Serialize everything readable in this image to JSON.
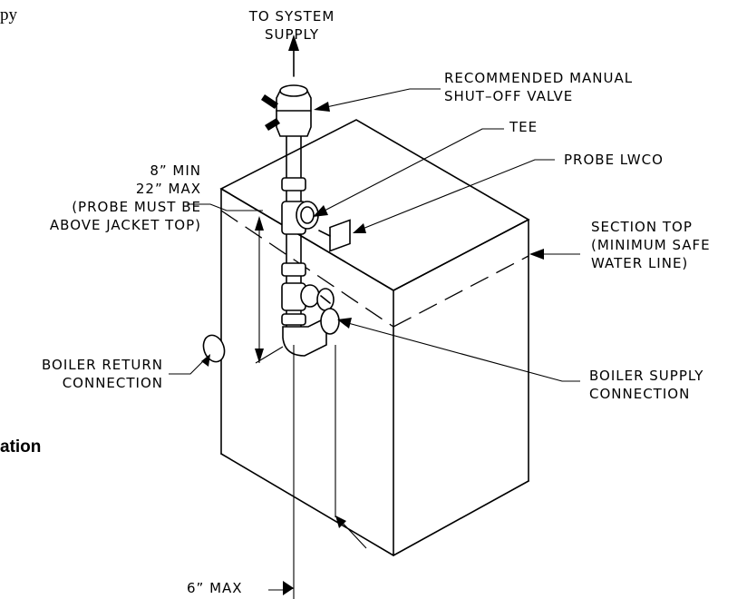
{
  "fragments": {
    "top_left": "py",
    "bottom_left": "ation"
  },
  "labels": {
    "system_supply": [
      "TO SYSTEM",
      "SUPPLY"
    ],
    "shutoff_valve": [
      "RECOMMENDED MANUAL",
      "SHUT–OFF VALVE"
    ],
    "tee": "TEE",
    "probe_lwco": "PROBE LWCO",
    "probe_height": [
      "8” MIN",
      "22” MAX",
      "(PROBE MUST BE",
      "ABOVE JACKET TOP)"
    ],
    "section_top": [
      "SECTION TOP",
      "(MINIMUM SAFE",
      "WATER LINE)"
    ],
    "boiler_return": [
      "BOILER RETURN",
      "CONNECTION"
    ],
    "boiler_supply": [
      "BOILER SUPPLY",
      "CONNECTION"
    ],
    "max_offset": "6” MAX"
  }
}
